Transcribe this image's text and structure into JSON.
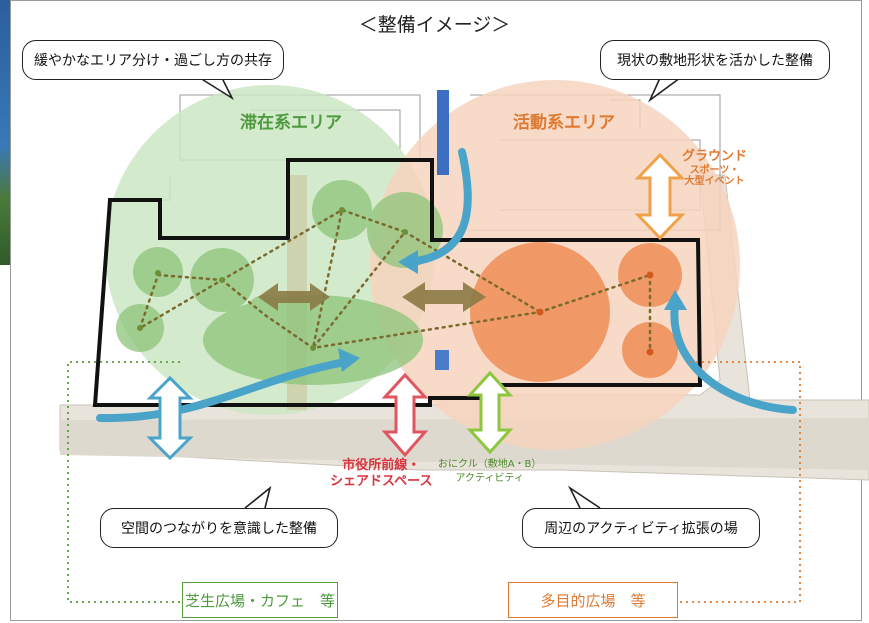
{
  "title": "＜整備イメージ＞",
  "bubbles": {
    "top_left": "緩やかなエリア分け・過ごし方の共存",
    "top_right": "現状の敷地形状を活かした整備",
    "bottom_left": "空間のつながりを意識した整備",
    "bottom_right": "周辺のアクティビティ拡張の場"
  },
  "areas": {
    "stay": "滞在系エリア",
    "activity": "活動系エリア"
  },
  "annotations": {
    "ground_line1": "グラウンド",
    "ground_line2": "スポーツ・",
    "ground_line3": "大型イベント",
    "cityhall_line1": "市役所前線・",
    "cityhall_line2": "シェアドスペース",
    "okoniku_line1": "おにクル（敷地A・B）",
    "okoniku_line2": "アクティビティ"
  },
  "boxes": {
    "lawn": "芝生広場・カフェ　等",
    "multipurpose": "多目的広場　等"
  },
  "colors": {
    "green_area": "#cde6c4",
    "orange_area": "#f6d3bd",
    "green_node": "#8cc47a",
    "orange_node": "#ef8a4f",
    "blue_arrow": "#4aa3c8",
    "red_arrow": "#e0555f",
    "lightgreen_arrow": "#8dc63f",
    "orange_arrow": "#f0a24a",
    "olive_arrow": "#8a7a45",
    "green_text": "#4e9a3e",
    "orange_text": "#e07a32",
    "red_text": "#d9343f"
  }
}
